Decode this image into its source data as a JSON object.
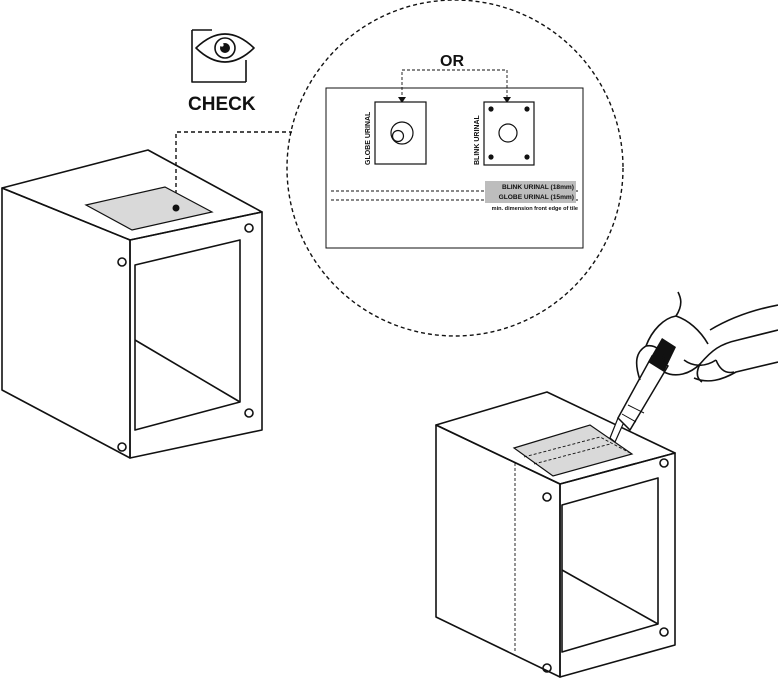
{
  "check": {
    "label": "CHECK",
    "icon": "eye-icon"
  },
  "detail": {
    "or_label": "OR",
    "globe_label": "GLOBE URINAL",
    "blink_label": "BLINK URINAL",
    "blink_dimension": "BLINK URINAL (18mm)",
    "globe_dimension": "GLOBE URINAL (15mm)",
    "note": "min. dimension front edge of tile"
  },
  "colors": {
    "line": "#111111",
    "tile": "#d9d9d9",
    "dim_band": "#bdbdbd",
    "background": "#ffffff"
  }
}
